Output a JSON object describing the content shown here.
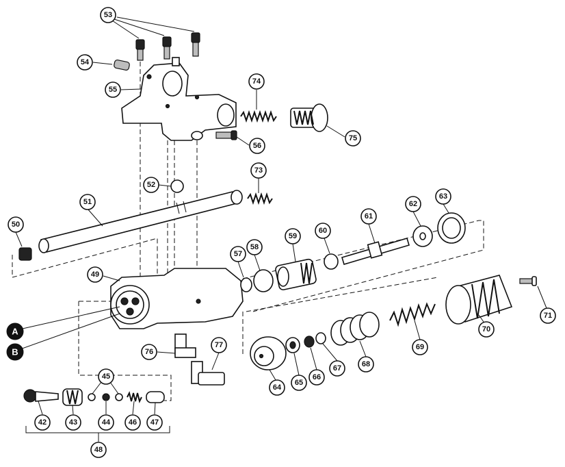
{
  "colors": {
    "ink": "#111111",
    "paper": "#ffffff",
    "shade": "#bdbdbd"
  },
  "part_numbers": {
    "p42": "42",
    "p43": "43",
    "p44": "44",
    "p45": "45",
    "p46": "46",
    "p47": "47",
    "p48": "48",
    "p49": "49",
    "p50": "50",
    "p51": "51",
    "p52": "52",
    "p53": "53",
    "p54": "54",
    "p55": "55",
    "p56": "56",
    "p57": "57",
    "p58": "58",
    "p59": "59",
    "p60": "60",
    "p61": "61",
    "p62": "62",
    "p63": "63",
    "p64": "64",
    "p65": "65",
    "p66": "66",
    "p67": "67",
    "p68": "68",
    "p69": "69",
    "p70": "70",
    "p71": "71",
    "p73": "73",
    "p74": "74",
    "p75": "75",
    "p76": "76",
    "p77": "77"
  },
  "markers": {
    "a": "A",
    "b": "B"
  }
}
